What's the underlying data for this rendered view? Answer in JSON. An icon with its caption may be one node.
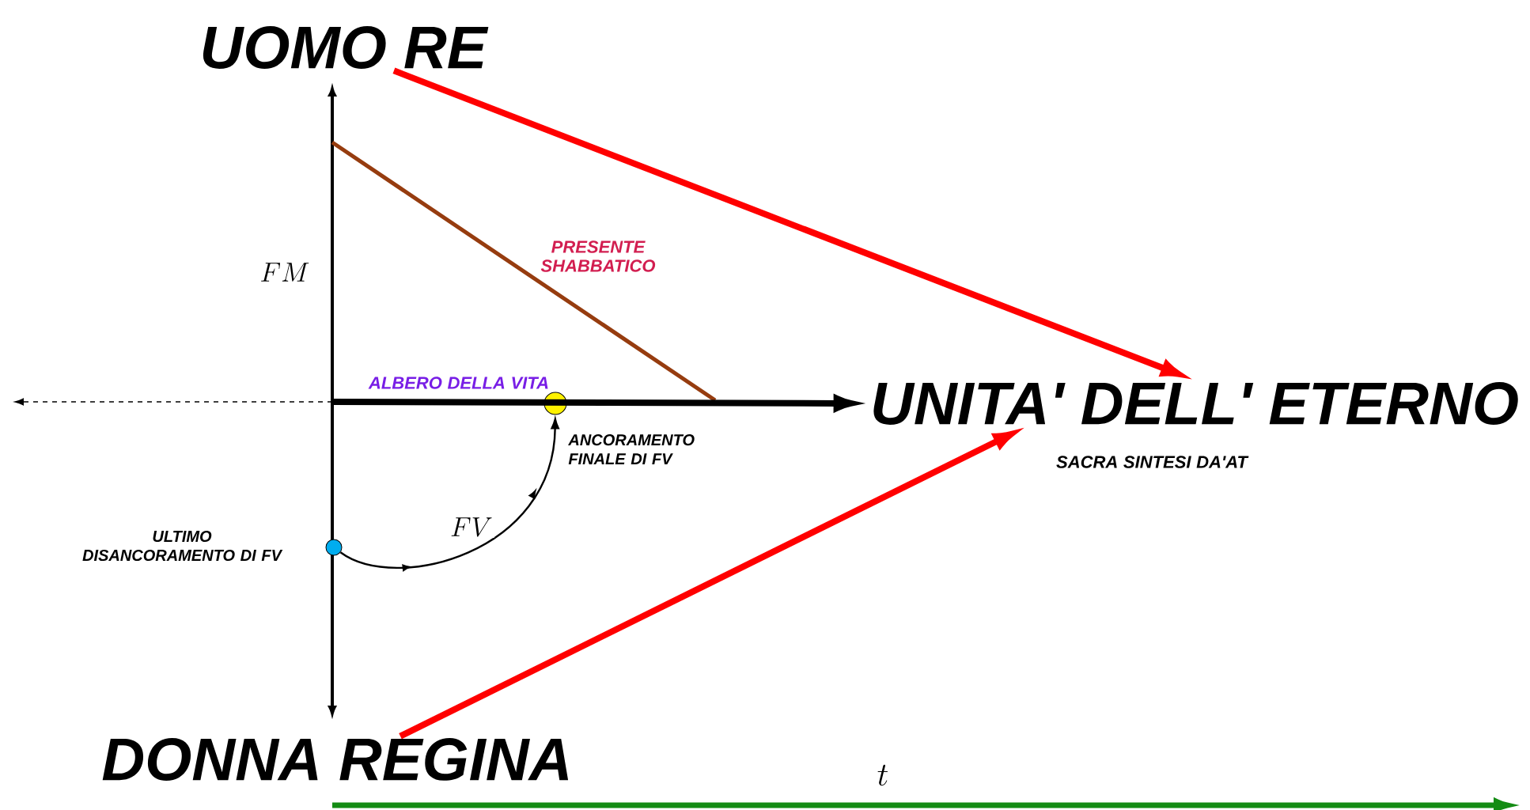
{
  "diagram": {
    "nodes": [
      {
        "text": [
          "UOMO RE"
        ]
      },
      {
        "text": [
          "UNITA' DELL' ETERNO"
        ],
        "beside": [
          "SACRA SINTESI DA'AT"
        ]
      },
      {
        "text": [
          "DONNA REGINA"
        ]
      },
      {
        "text": [],
        "shape": "circle",
        "beside": [
          "ULTIMO DISANCORAMENTO DI FV"
        ]
      },
      {
        "text": [],
        "shape": "circle",
        "beside": [
          "ANCORAMENTO FINALE DI FV"
        ]
      }
    ],
    "edges": [
      {
        "from": 0,
        "to": 1,
        "arrow": "to",
        "color": "#ff0000"
      },
      {
        "from": 2,
        "to": 1,
        "arrow": "to",
        "color": "#ff0000"
      },
      {
        "from": 3,
        "to": 4,
        "arrow": "to",
        "label": "FV",
        "color": "#000000"
      },
      {
        "from": null,
        "to": 1,
        "arrow": "to",
        "color": "#000000"
      }
    ],
    "labels": [
      "FM",
      "PRESENTE SHABBATICO",
      "ALBERO DELLA VITA",
      "t"
    ]
  }
}
